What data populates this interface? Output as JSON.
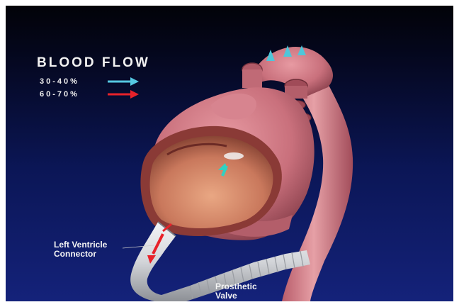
{
  "legend": {
    "title": "BLOOD FLOW",
    "entries": [
      {
        "label": "30-40%",
        "color": "#55c8e2"
      },
      {
        "label": "60-70%",
        "color": "#e8222a"
      }
    ]
  },
  "labels": {
    "left_ventricle_connector": {
      "line1": "Left Ventricle",
      "line2": "Connector"
    },
    "prosthetic_valve": {
      "line1": "Prosthetic",
      "line2": "Valve"
    }
  },
  "colors": {
    "background_top": "#020308",
    "background_bottom": "#14227a",
    "tissue": "#c9707c",
    "tissue_dark": "#7a3440",
    "chamber_interior": "#d48a6e",
    "tube": "#d6d8dc",
    "flow_low": "#55c8e2",
    "flow_high": "#e8222a"
  }
}
